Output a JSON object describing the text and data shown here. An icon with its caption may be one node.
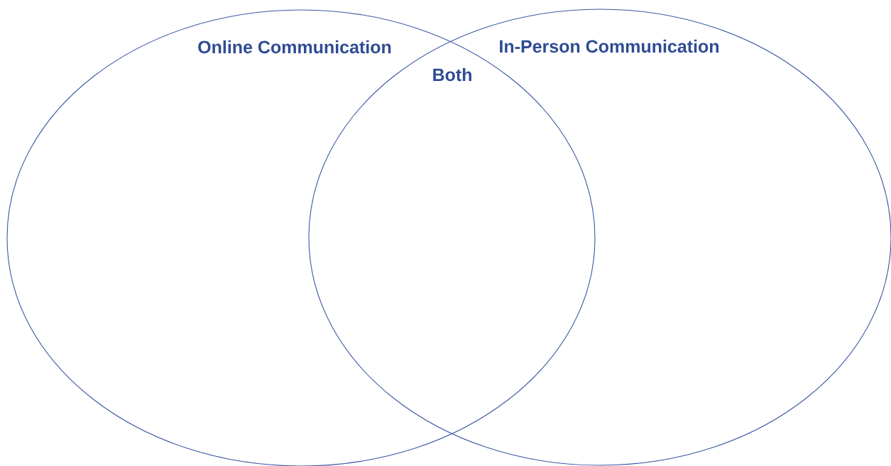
{
  "diagram": {
    "nodes": [
      {
        "text": [
          "Online Communication"
        ]
      },
      {
        "text": [
          "In-Person Communication"
        ]
      }
    ],
    "edges": [],
    "labels": [
      "Both"
    ]
  }
}
